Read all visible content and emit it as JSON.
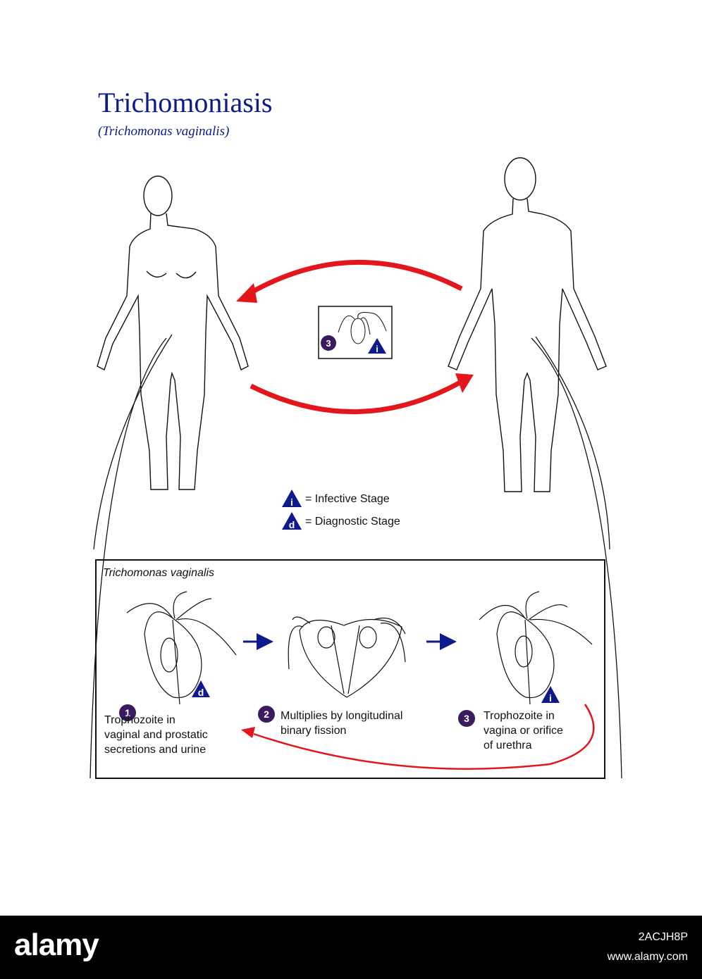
{
  "title": "Trichomoniasis",
  "subtitle": "(Trichomonas vaginalis)",
  "legend": {
    "infective_symbol": "i",
    "infective_label": "= Infective Stage",
    "diagnostic_symbol": "d",
    "diagnostic_label": "= Diagnostic Stage"
  },
  "transmission_box": {
    "step_number": "3",
    "stage_symbol": "i"
  },
  "lifecycle_box": {
    "title": "Trichomonas vaginalis",
    "steps": [
      {
        "number": "1",
        "text": "Trophozoite in\nvaginal and prostatic\nsecretions and urine",
        "stage_symbol": "d"
      },
      {
        "number": "2",
        "text": "Multiplies by longitudinal\nbinary fission"
      },
      {
        "number": "3",
        "text": "Trophozoite in\nvagina or orifice\nof urethra",
        "stage_symbol": "i"
      }
    ]
  },
  "colors": {
    "title": "#0d1a8c",
    "triangle": "#0d1a8c",
    "step_circle": "#3b1a5e",
    "transmission_arrow": "#e3161b",
    "flow_arrow": "#0d1a8c"
  },
  "footer": {
    "brand": "alamy",
    "image_id": "2ACJH8P",
    "url": "www.alamy.com"
  }
}
